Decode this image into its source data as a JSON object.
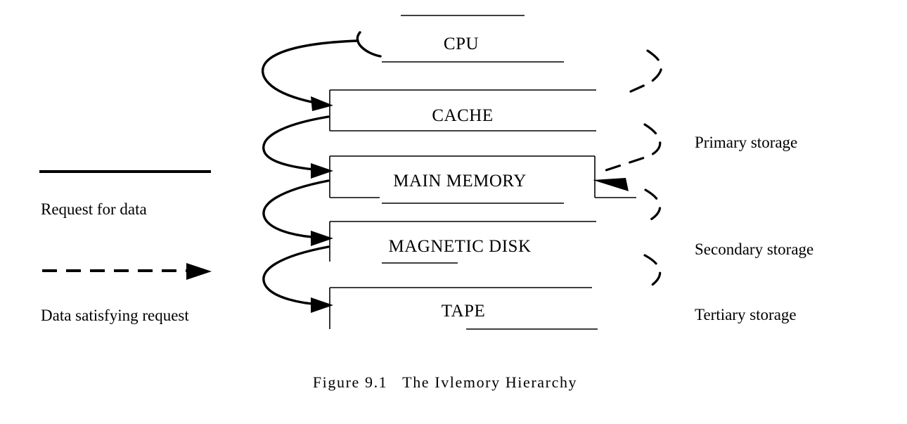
{
  "levels": [
    {
      "label": "CPU"
    },
    {
      "label": "CACHE"
    },
    {
      "label": "MAIN MEMORY"
    },
    {
      "label": "MAGNETIC DISK"
    },
    {
      "label": "TAPE"
    }
  ],
  "storage_classes": {
    "primary": "Primary storage",
    "secondary": "Secondary storage",
    "tertiary": "Tertiary storage"
  },
  "legend": {
    "request": "Request for data",
    "response": "Data satisfying request"
  },
  "caption": "Figure 9.1   The Ivlemory Hierarchy"
}
